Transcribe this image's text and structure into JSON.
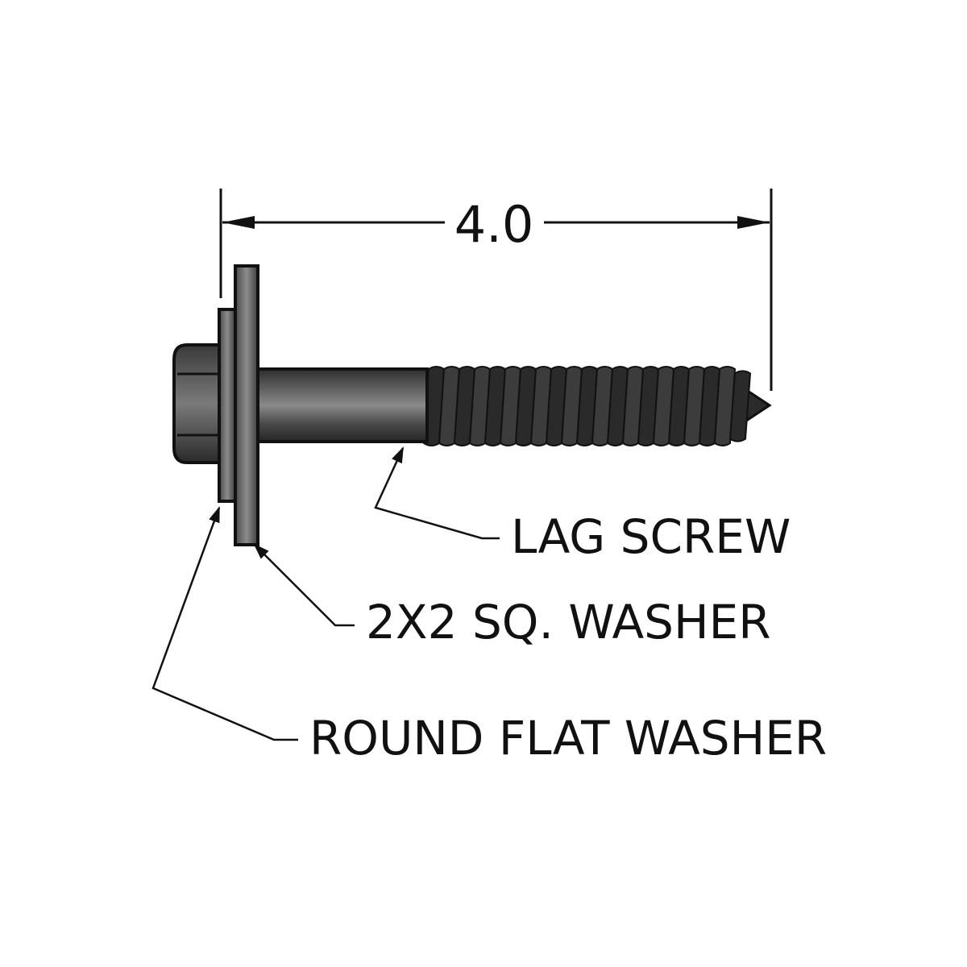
{
  "dimension": {
    "length_label": "4.0"
  },
  "callouts": {
    "lag_screw": "LAG SCREW",
    "square_washer": "2X2 SQ. WASHER",
    "round_washer": "ROUND FLAT WASHER"
  },
  "colors": {
    "line": "#111111",
    "metal_dark": "#3a3a3a",
    "metal_mid": "#6e6e6e",
    "metal_light": "#9a9a9a"
  }
}
